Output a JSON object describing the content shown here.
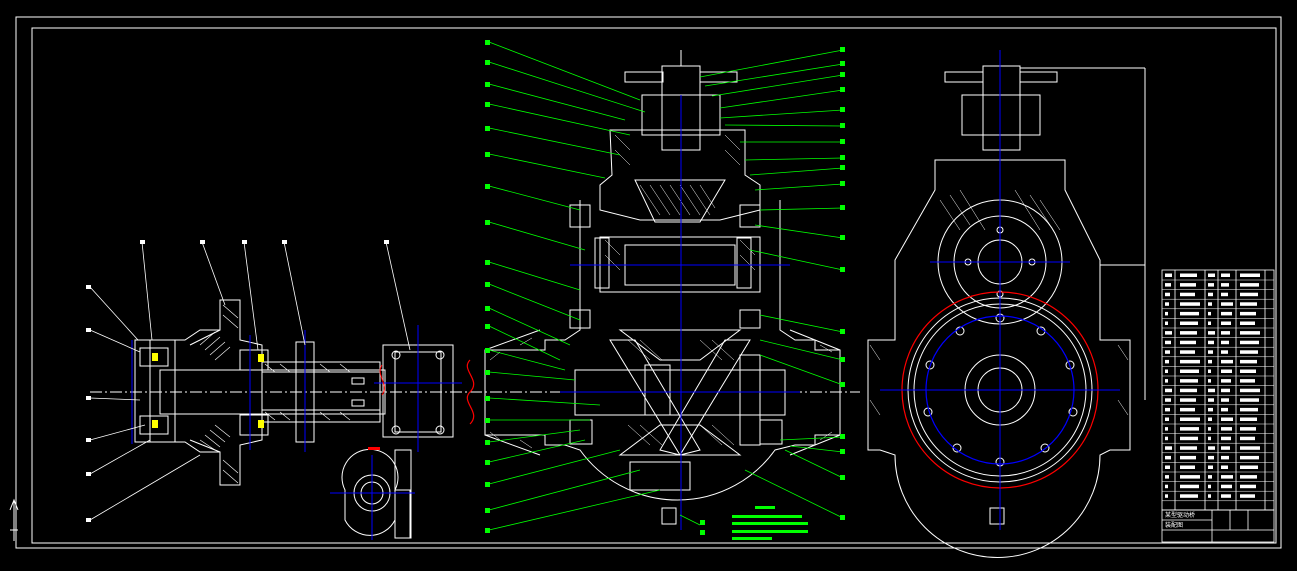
{
  "drawing": {
    "background": "#000000",
    "line_color": "#ffffff",
    "leader_color": "#00ff00",
    "centerline_color": "#0000ff",
    "accent_colors": {
      "red": "#ff0000",
      "yellow": "#ffff00",
      "blue": "#0000ff",
      "green": "#00ff00"
    },
    "views": [
      "left-shaft-section",
      "main-axle-section",
      "side-view",
      "small-detail-view"
    ],
    "title_block": {
      "title_line_1": "某型驱动桥",
      "title_line_2": "装配图"
    },
    "ucs_icon": "ucs-axis-icon"
  }
}
